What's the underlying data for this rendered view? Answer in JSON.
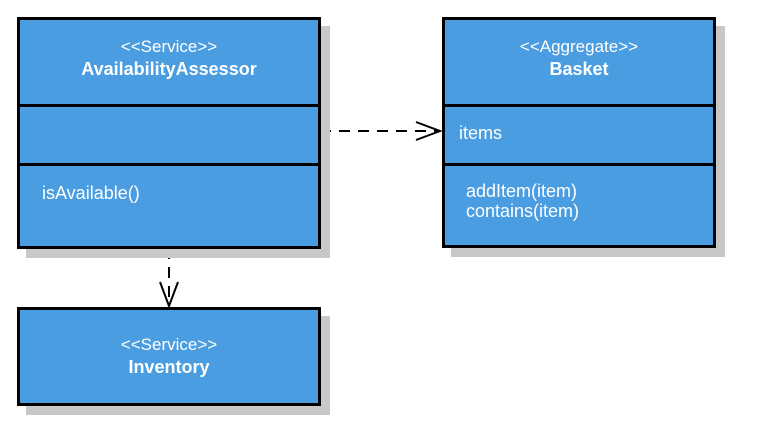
{
  "classes": {
    "assessor": {
      "stereotype": "<<Service>>",
      "name": "AvailabilityAssessor",
      "attributes": [],
      "operations": [
        "isAvailable()"
      ]
    },
    "basket": {
      "stereotype": "<<Aggregate>>",
      "name": "Basket",
      "attributes": [
        "items"
      ],
      "operations": [
        "addItem(item)",
        "contains(item)"
      ]
    },
    "inventory": {
      "stereotype": "<<Service>>",
      "name": "Inventory"
    }
  },
  "colors": {
    "fill": "#4a9de0",
    "border": "#000000",
    "shadow": "#c8c8c8",
    "text": "#ffffff"
  }
}
